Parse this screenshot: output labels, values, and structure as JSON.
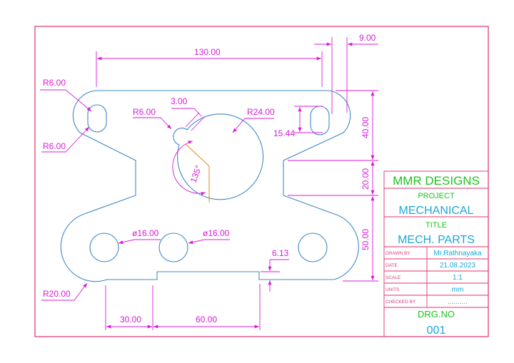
{
  "colors": {
    "border": "#e0306a",
    "part_outline": "#3f88c8",
    "dimension": "#d81bd8",
    "centerline": "#e08a1e",
    "title_green": "#1ec31e",
    "title_cyan": "#1aa7d8"
  },
  "dimensions": {
    "d130": "130.00",
    "d9": "9.00",
    "r6_top": "R6.00",
    "r6_bottom": "R6.00",
    "d3": "3.00",
    "r6_keyhole": "R6.00",
    "r24": "R24.00",
    "d15_44": "15.44",
    "d40": "40.00",
    "d20": "20.00",
    "d50": "50.00",
    "angle": "135°",
    "dia16_left": "ø16.00",
    "dia16_right": "ø16.00",
    "d6_13": "6.13",
    "r20": "R20.00",
    "d30": "30.00",
    "d60": "60.00"
  },
  "title_block": {
    "company": "MMR DESIGNS",
    "project_label": "PROJECT",
    "project_value": "MECHANICAL",
    "title_label": "TITLE",
    "title_value": "MECH. PARTS",
    "drawn_by_label": "DRAWN BY",
    "drawn_by_value": "Mr.Rathnayaka",
    "date_label": "DATE",
    "date_value": "21.08.2023",
    "scale_label": "SCALE",
    "scale_value": "1:1",
    "units_label": "UNITS",
    "units_value": "mm",
    "checked_by_label": "CHECKED BY",
    "checked_by_value": "..........",
    "drg_no_label": "DRG.NO",
    "drg_no_value": "001"
  }
}
